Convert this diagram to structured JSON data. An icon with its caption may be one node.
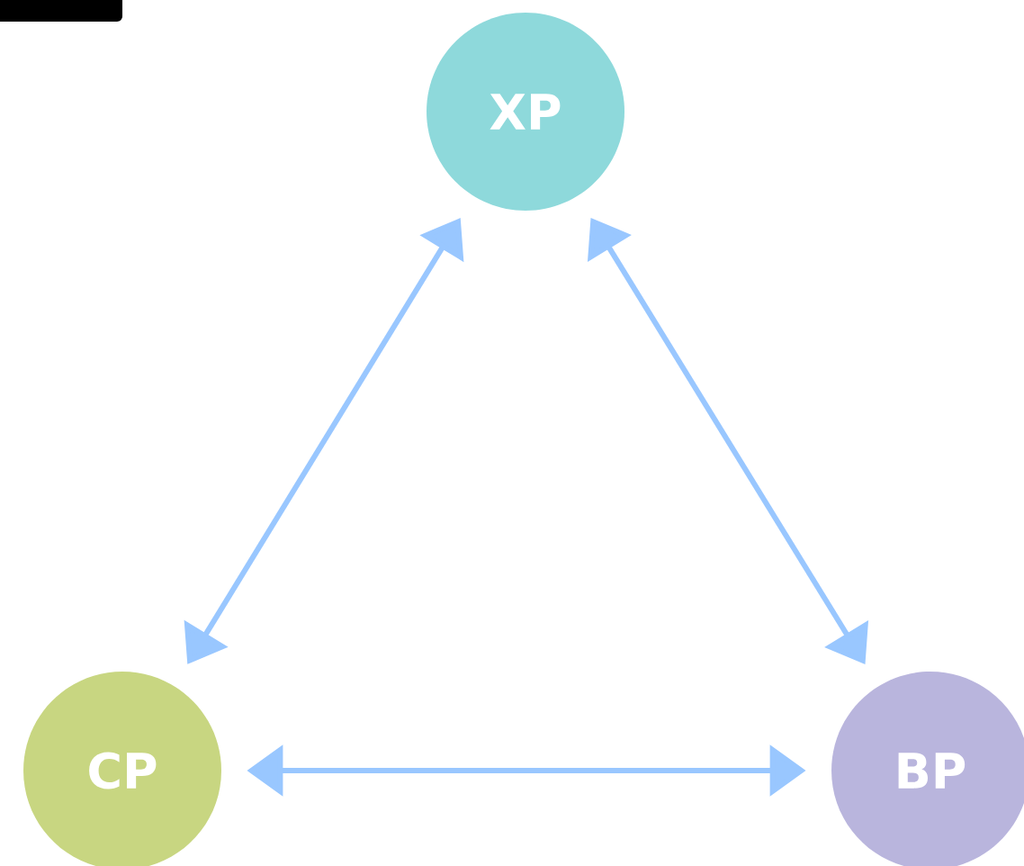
{
  "diagram": {
    "nodes": [
      {
        "text": [
          "XP"
        ]
      },
      {
        "text": [
          "CP"
        ]
      },
      {
        "text": [
          "BP"
        ]
      }
    ],
    "edges": [
      {
        "from": 0,
        "to": 1,
        "arrow": "both"
      },
      {
        "from": 0,
        "to": 2,
        "arrow": "both"
      },
      {
        "from": 1,
        "to": 2,
        "arrow": "both"
      }
    ]
  }
}
